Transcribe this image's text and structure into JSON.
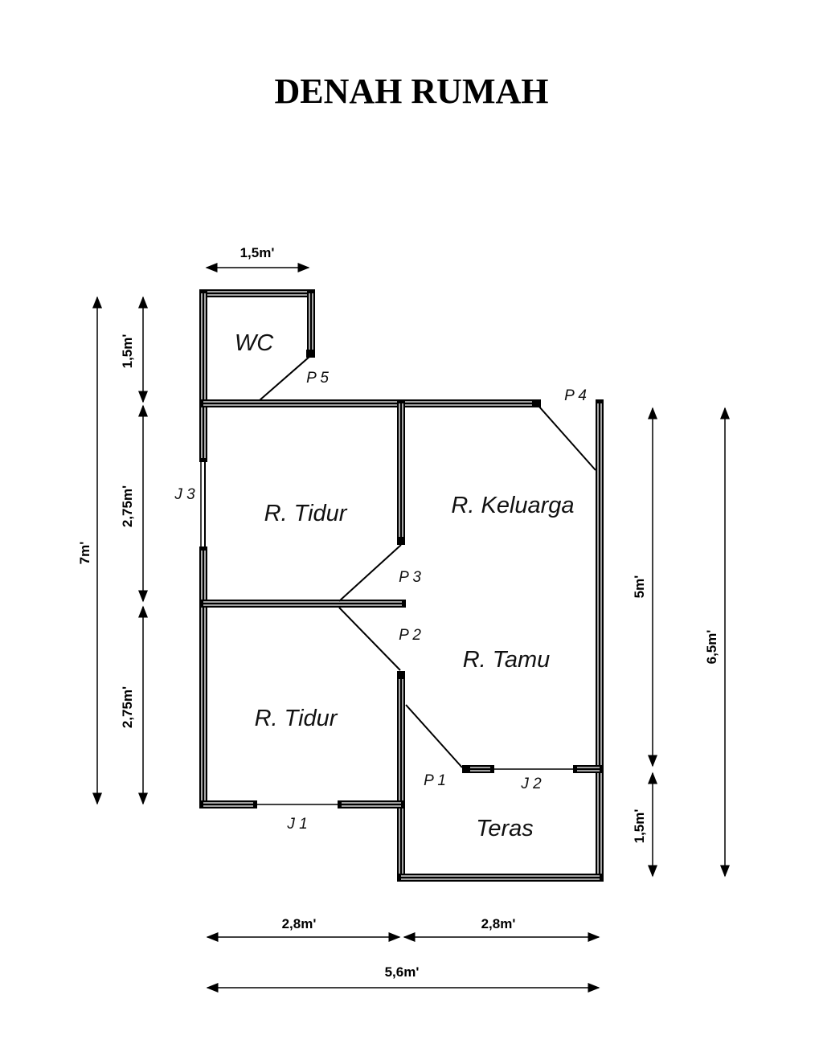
{
  "title": "DENAH RUMAH",
  "rooms": {
    "wc": "WC",
    "bedroom_top": "R. Tidur",
    "family_room": "R. Keluarga",
    "living_room": "R. Tamu",
    "bedroom_bottom": "R. Tidur",
    "terrace": "Teras"
  },
  "doors": {
    "p1": "P 1",
    "p2": "P 2",
    "p3": "P 3",
    "p4": "P 4",
    "p5": "P 5"
  },
  "windows": {
    "j1": "J 1",
    "j2": "J 2",
    "j3": "J 3"
  },
  "dimensions": {
    "wc_width": "1,5m'",
    "total_height_left": "7m'",
    "wc_height": "1,5m'",
    "bedroom_top_height": "2,75m'",
    "bedroom_bottom_height": "2,75m'",
    "main_height_right": "5m'",
    "terrace_height": "1,5m'",
    "total_height_right": "6,5m'",
    "left_width": "2,8m'",
    "right_width": "2,8m'",
    "total_width": "5,6m'"
  }
}
